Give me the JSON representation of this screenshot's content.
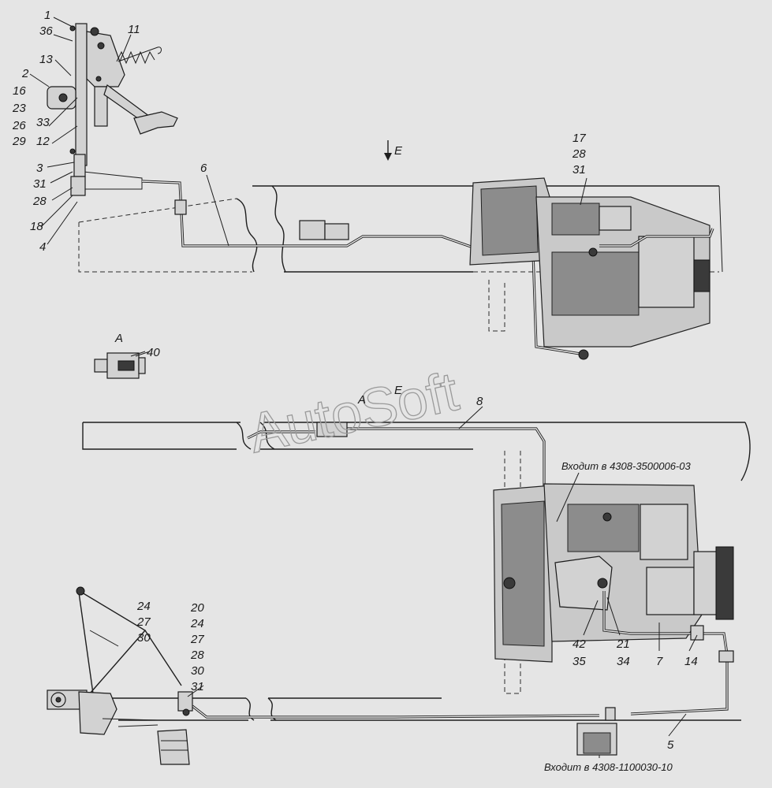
{
  "watermark": "AutoSoft",
  "views": {
    "direction_arrow": "E",
    "view_a_title": "A",
    "view_a_marker": "A",
    "view_e_marker": "E"
  },
  "notes": {
    "top_assembly": "Входит в 4308-3500006-03",
    "bottom_assembly": "Входит в 4308-1100030-10"
  },
  "callouts": {
    "c1": "1",
    "c36": "36",
    "c13": "13",
    "c2": "2",
    "c16": "16",
    "c23": "23",
    "c26": "26",
    "c29": "29",
    "c33": "33",
    "c12": "12",
    "c11": "11",
    "c3": "3",
    "c31a": "31",
    "c28a": "28",
    "c18": "18",
    "c4": "4",
    "c6": "6",
    "c17": "17",
    "c28b": "28",
    "c31b": "31",
    "c40": "40",
    "c8": "8",
    "grp1": [
      "24",
      "27",
      "30"
    ],
    "grp2": [
      "20",
      "24",
      "27",
      "28",
      "30",
      "31"
    ],
    "c42": "42",
    "c35": "35",
    "c21": "21",
    "c34": "34",
    "c7": "7",
    "c14": "14",
    "c5": "5"
  }
}
